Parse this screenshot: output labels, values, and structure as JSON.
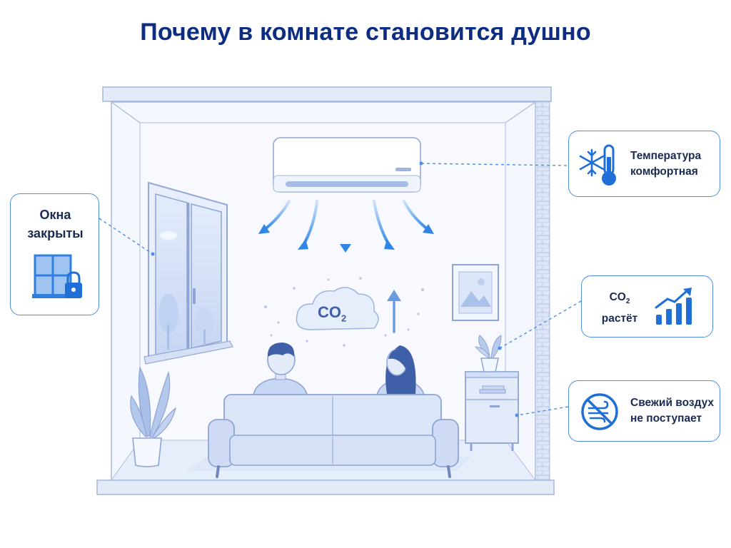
{
  "title": "Почему в комнате становится душно",
  "callouts": {
    "windows": {
      "line1": "Окна",
      "line2": "закрыты",
      "icon": "window-lock-icon"
    },
    "temperature": {
      "line1": "Температура",
      "line2": "комфортная",
      "icon": "snowflake-thermometer-icon"
    },
    "co2": {
      "line1_main": "CO",
      "line1_sub": "2",
      "line2": "растёт",
      "icon": "rising-bars-icon"
    },
    "fresh_air": {
      "line1": "Свежий воздух",
      "line2": "не поступает",
      "icon": "no-wind-icon"
    }
  },
  "cloud": {
    "main": "CO",
    "sub": "2"
  },
  "colors": {
    "title": "#0c2d82",
    "accent": "#4d8fe6",
    "arrow": "#3d8fe3",
    "room": "#eef3fd",
    "wall": "#dfe7f8"
  }
}
